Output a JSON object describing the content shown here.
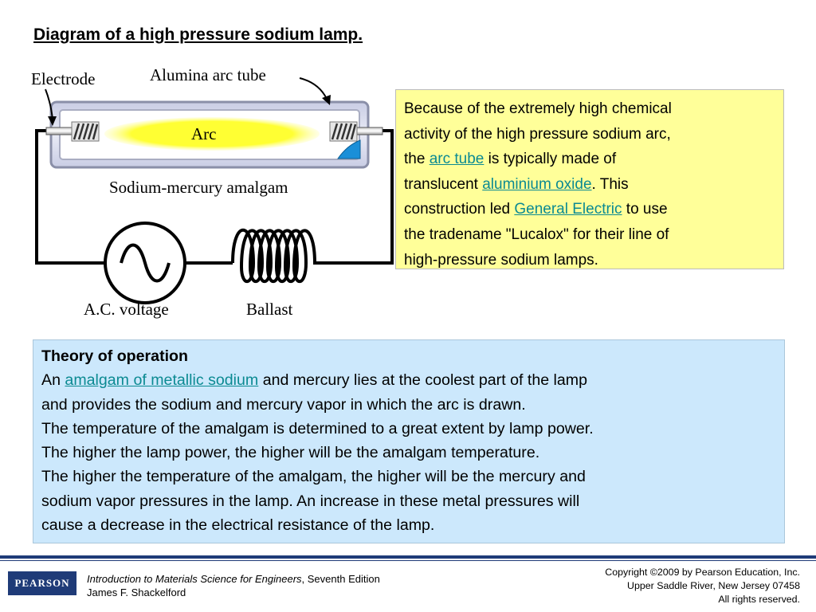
{
  "slide": {
    "title": "Diagram of a high pressure sodium lamp."
  },
  "diagram": {
    "label_electrode": "Electrode",
    "label_alumina_arc_tube": "Alumina arc tube",
    "label_arc": "Arc",
    "label_amalgam": "Sodium-mercury amalgam",
    "label_ac_voltage": "A.C. voltage",
    "label_ballast": "Ballast",
    "colors": {
      "arc_glow": "#ffff33",
      "amalgam": "#1a8fd8",
      "tube_outline": "#8a8fa8"
    }
  },
  "info_box": {
    "t1": "Because of the extremely high chemical",
    "t2": "activity of the high pressure sodium arc,",
    "t3a": "the ",
    "link_arc_tube": "arc tube",
    "t3b": " is typically made of",
    "t4a": "translucent ",
    "link_aluminium_oxide": "aluminium oxide",
    "t4b": ". This",
    "t5a": "construction led ",
    "link_general_electric": "General Electric",
    "t5b": " to use",
    "t6": "the tradename \"Lucalox\" for their line of",
    "t7": "high-pressure sodium lamps.",
    "background": "#ffff99"
  },
  "theory": {
    "heading": "Theory of operation",
    "l1a": "An ",
    "link_amalgam": "amalgam of metallic sodium",
    "l1b": " and mercury lies at the coolest part of the lamp",
    "l2": "and provides the sodium and mercury vapor in which the arc is drawn.",
    "l3": "The temperature of the amalgam is determined to a great extent by lamp power.",
    "l4": "The higher the lamp power, the higher will be the amalgam temperature.",
    "l5": "The higher the temperature of the amalgam, the higher will be the mercury and",
    "l6": "sodium vapor pressures in the lamp. An increase in these metal pressures will",
    "l7": "cause a decrease in the electrical resistance of the lamp.",
    "background": "#cce8fc"
  },
  "footer": {
    "logo": "PEARSON",
    "book_title": "Introduction to Materials Science for Engineers",
    "book_edition": ", Seventh Edition",
    "author": "James F. Shackelford",
    "copyright_1": "Copyright ©2009 by Pearson Education, Inc.",
    "copyright_2": "Upper Saddle River, New Jersey 07458",
    "copyright_3": "All rights reserved.",
    "brand_color": "#1f3b78"
  }
}
